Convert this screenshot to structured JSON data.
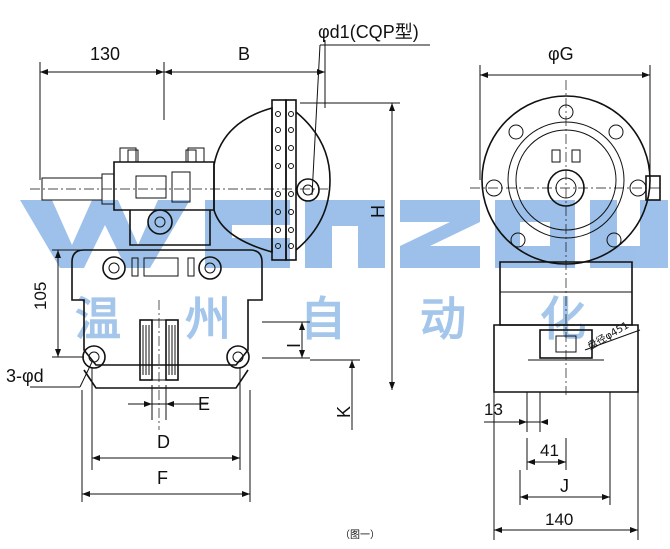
{
  "dimensions": {
    "d130": "130",
    "B": "B",
    "phi_d1": "φd1(CQP型)",
    "phi_G": "φG",
    "H": "H",
    "d105": "105",
    "I": "I",
    "three_phi_d": "3-φd",
    "E": "E",
    "K": "K",
    "D": "D",
    "F": "F",
    "d13": "13",
    "d41": "41",
    "J": "J",
    "d140": "140",
    "disk_dia": "盘径φ451"
  },
  "caption": "（图一）",
  "watermark": {
    "letters": "wenzhou",
    "cn_chars": [
      "温",
      "州",
      "自",
      "动",
      "化"
    ]
  },
  "colors": {
    "line": "#111111",
    "watermark": "#4d8ed8"
  }
}
